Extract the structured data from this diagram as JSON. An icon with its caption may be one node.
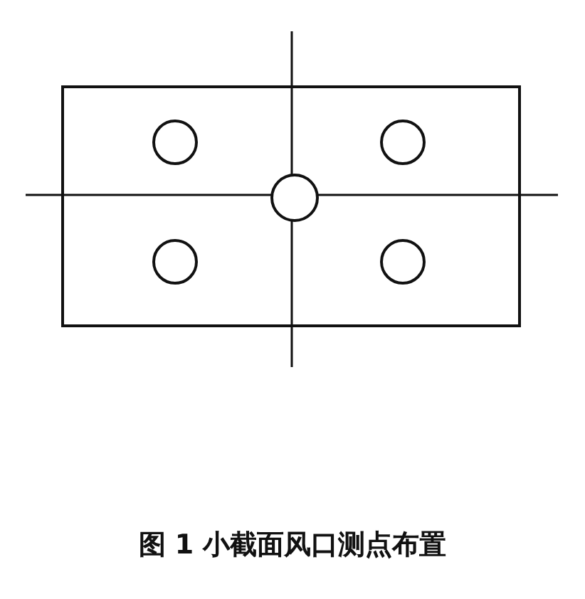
{
  "diagram": {
    "caption": "图 1 小截面风口测点布置",
    "nodes": [
      {
        "text": [],
        "shape": "box"
      },
      {
        "text": [],
        "shape": "circle",
        "in": 0
      },
      {
        "text": [],
        "shape": "circle",
        "in": 0
      },
      {
        "text": [],
        "shape": "circle",
        "in": 0
      },
      {
        "text": [],
        "shape": "circle",
        "in": 0
      },
      {
        "text": [],
        "shape": "circle",
        "in": 0
      }
    ]
  }
}
